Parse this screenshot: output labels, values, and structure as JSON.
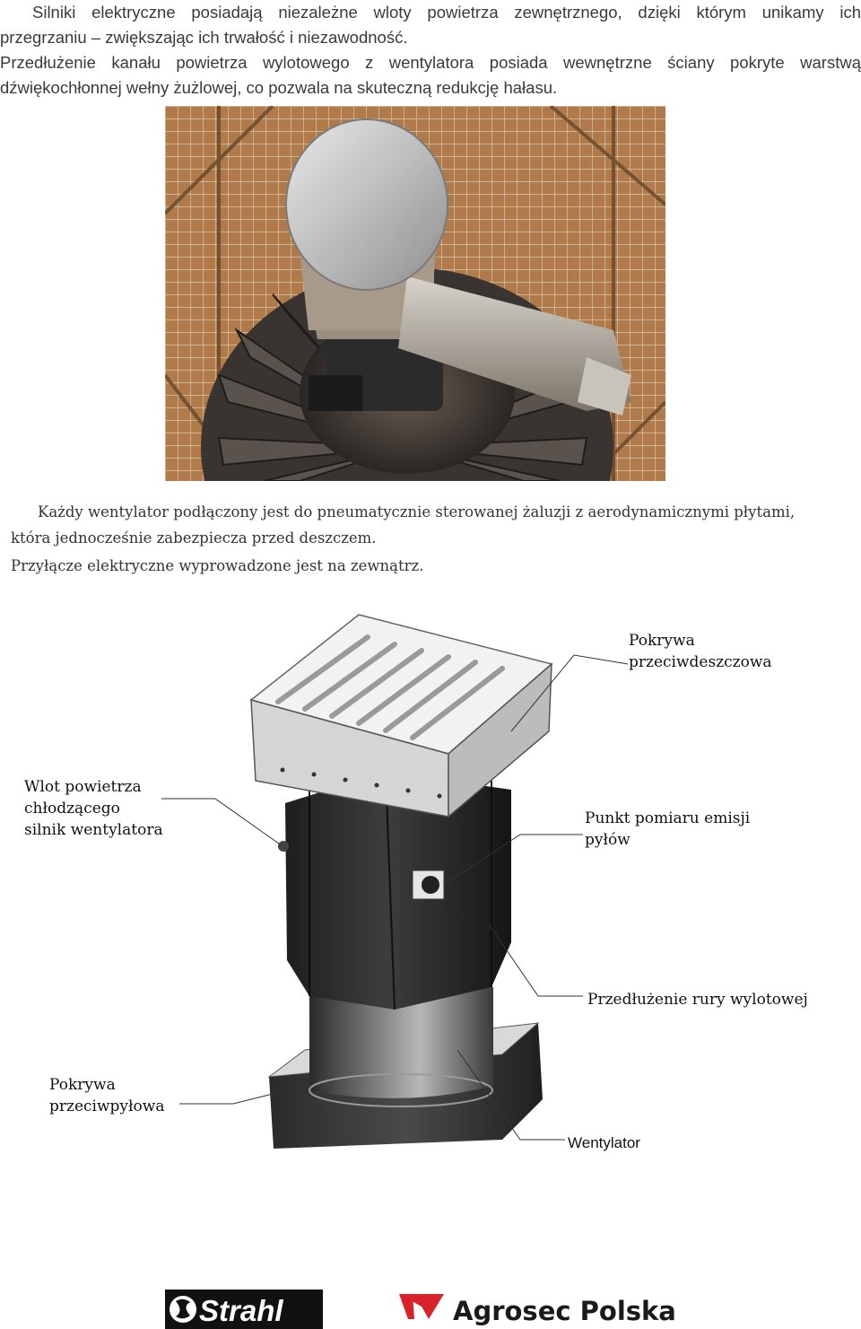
{
  "intro": {
    "lines": [
      "Silniki elektryczne posiadają niezależne wloty powietrza zewnętrznego, dzięki którym unikamy ich",
      "przegrzaniu – zwiększając ich trwałość i niezawodność.",
      "Przedłużenie kanału powietrza wylotowego z wentylatora posiada wewnętrzne ściany pokryte warstwą",
      "dźwiękochłonnej wełny żużlowej, co pozwala na skuteczną redukcję hałasu."
    ]
  },
  "description": {
    "line1": "Każdy wentylator podłączony jest do pneumatycznie sterowanej żaluzji z aerodynamicznymi płytami,",
    "line2": "która jednocześnie zabezpiecza przed deszczem.",
    "line3": "Przyłącze elektryczne wyprowadzone jest na zewnątrz."
  },
  "callouts": {
    "rain_cover": [
      "Pokrywa",
      "przeciwdeszczowa"
    ],
    "air_inlet": [
      "Wlot powietrza",
      "chłodzącego",
      "silnik wentylatora"
    ],
    "emission_point": [
      "Punkt pomiaru emisji",
      "pyłów"
    ],
    "pipe_extension": [
      "Przedłużenie rury wylotowej"
    ],
    "dust_cover": [
      "Pokrywa",
      "przeciwpyłowa"
    ],
    "fan": [
      "Wentylator"
    ]
  },
  "logos": {
    "strahl": "Strahl",
    "agrosec": "Agrosec Polska"
  },
  "colors": {
    "strahl_red": "#c8102e",
    "agrosec_red": "#d9232a",
    "agrosec_text": "#1a1a1a"
  }
}
